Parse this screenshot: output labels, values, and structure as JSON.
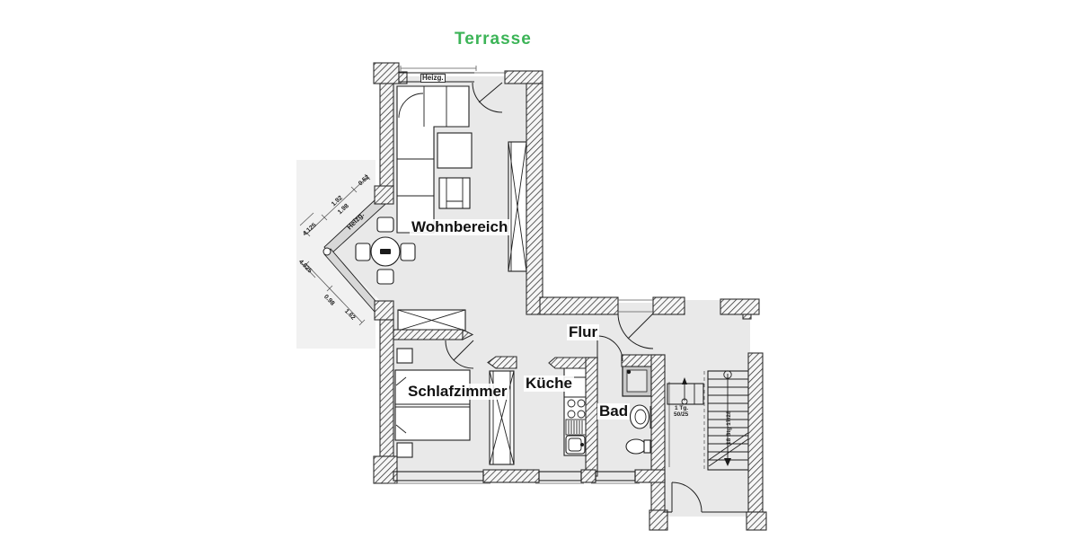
{
  "page": {
    "type": "apartment-floor-plan"
  },
  "rooms": {
    "terrasse": "Terrasse",
    "wohnbereich": "Wohnbereich",
    "flur": "Flur",
    "schlafzimmer": "Schlafzimmer",
    "kueche": "Küche",
    "bad": "Bad"
  },
  "annotations": {
    "heater_top": "Heizg.",
    "heater_bay": "Heizg.",
    "dim_upper_a": "1.92",
    "dim_upper_b": "1.98",
    "dim_upper_c": "0.52",
    "dim_left_a": "4.125",
    "dim_left_b": "4.025",
    "dim_lower_a": "0.98",
    "dim_lower_b": "1.62",
    "stair_note_1": "1 Tg.",
    "stair_note_2": "50/25",
    "stair_flight": "18 Stg 17/28"
  },
  "colors": {
    "terrace_label": "#3cb457",
    "floor_fill": "#e9e9e9",
    "wall_line": "#2e2e2e",
    "ink": "#1f1f1f"
  }
}
